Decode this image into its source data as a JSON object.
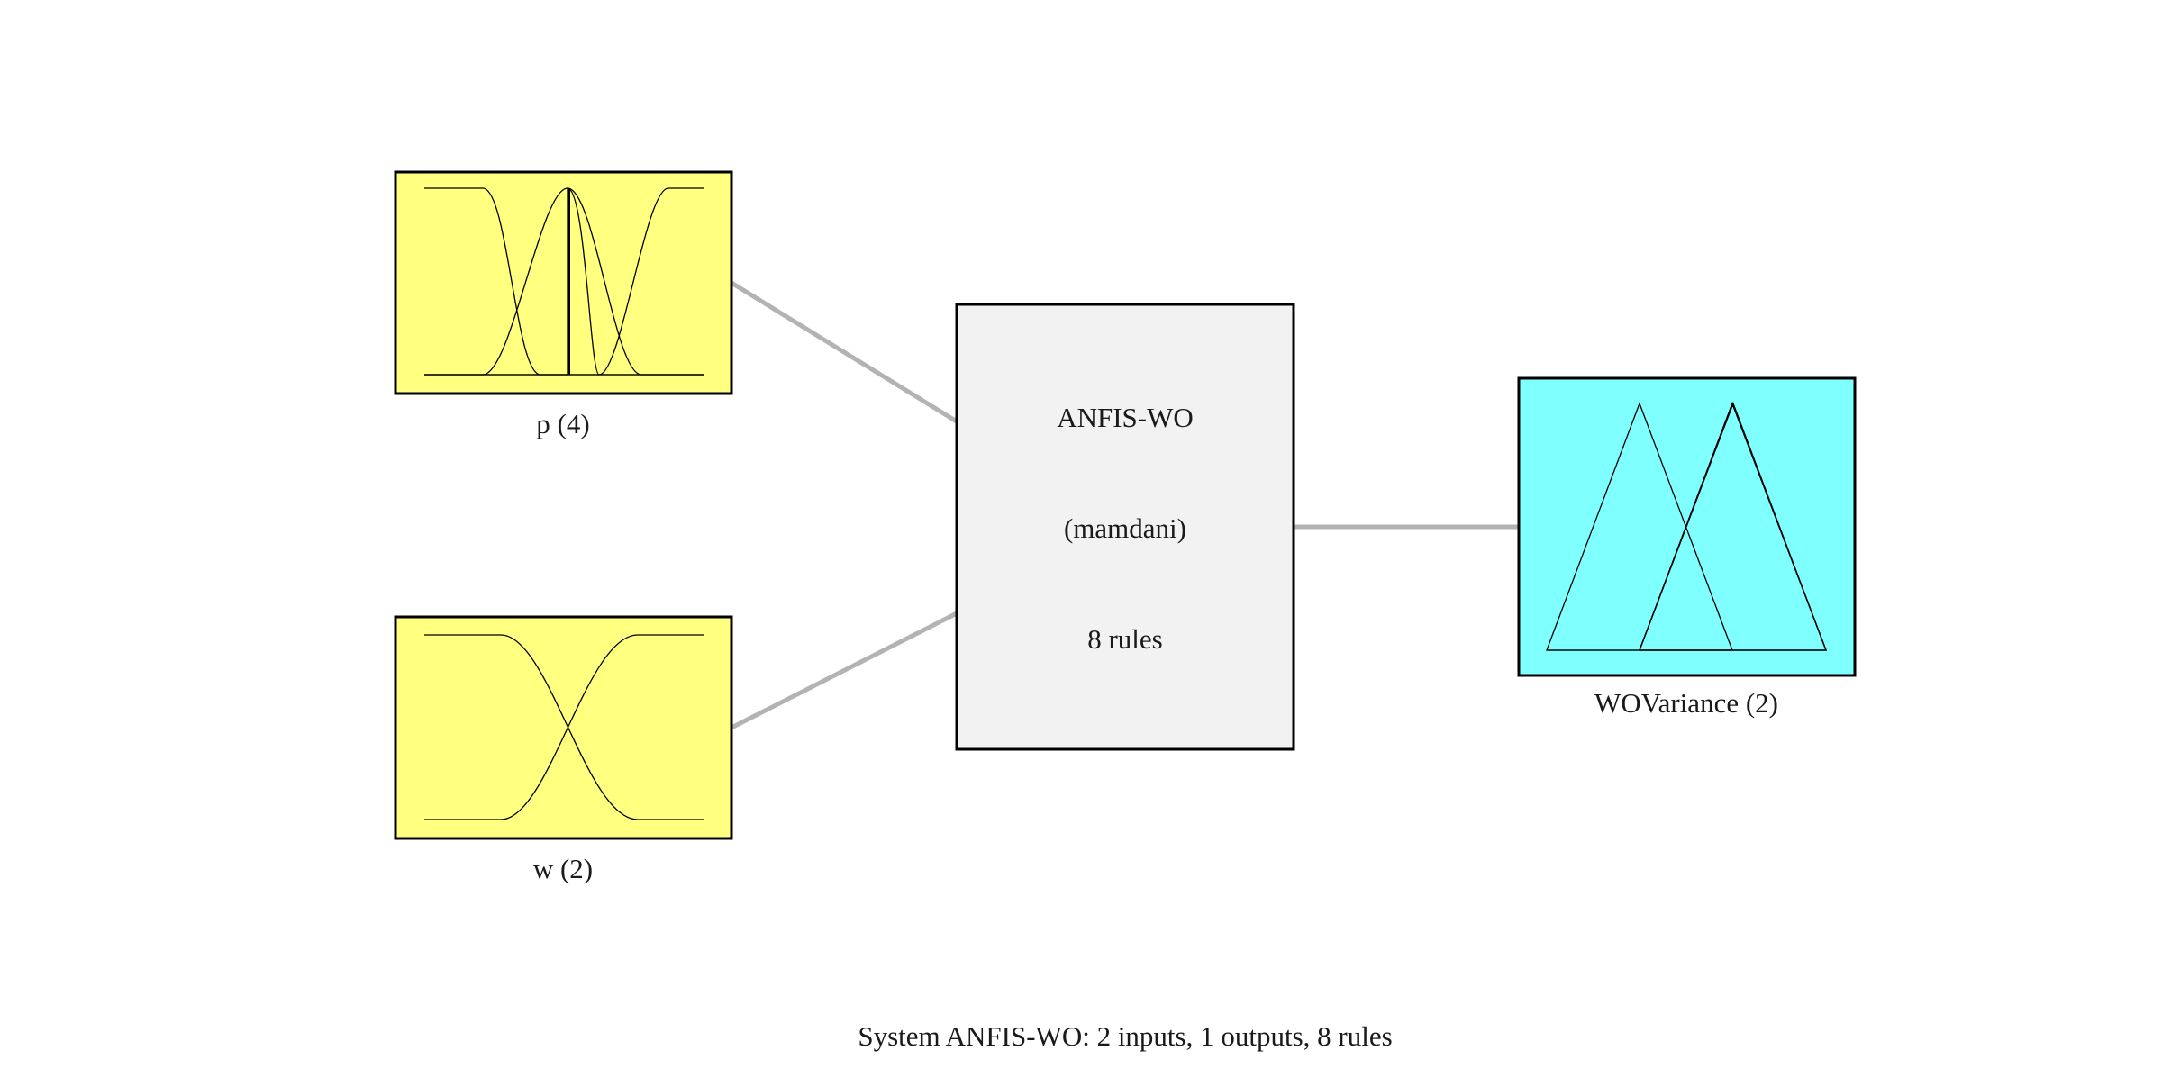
{
  "system": {
    "name": "ANFIS-WO",
    "type_label": "(mamdani)",
    "rules_label": "8 rules"
  },
  "inputs": [
    {
      "label": "p (4)",
      "mf_count": 4,
      "color": "#ffff80"
    },
    {
      "label": "w (2)",
      "mf_count": 2,
      "color": "#ffff80"
    }
  ],
  "outputs": [
    {
      "label": "WOVariance (2)",
      "mf_count": 2,
      "color": "#80ffff"
    }
  ],
  "caption": "System ANFIS-WO: 2 inputs, 1 outputs, 8 rules",
  "colors": {
    "input_box": "#ffff80",
    "output_box": "#80ffff",
    "system_box": "#f2f2f2",
    "connector": "#b3b3b3"
  }
}
